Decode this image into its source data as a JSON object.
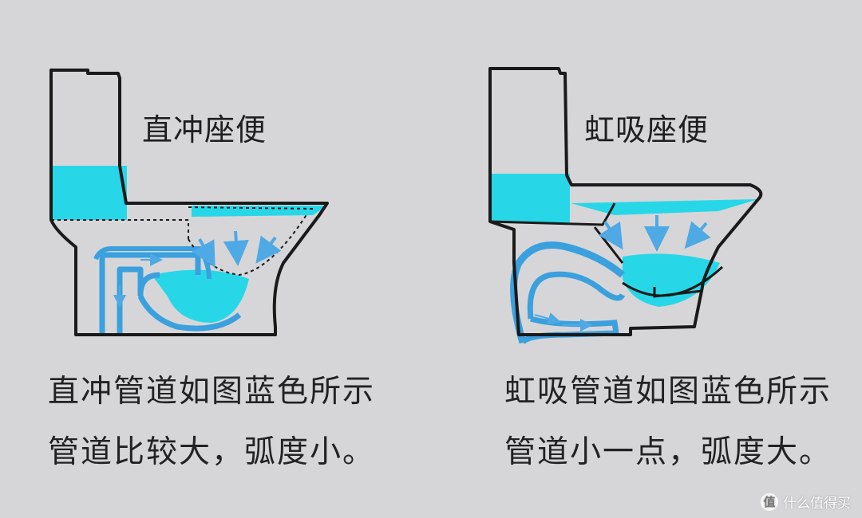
{
  "left": {
    "title": "直冲座便",
    "caption_line1": "直冲管道如图蓝色所示",
    "caption_line2": "管道比较大，弧度小。"
  },
  "right": {
    "title": "虹吸座便",
    "caption_line1": "虹吸管道如图蓝色所示",
    "caption_line2": "管道小一点，弧度大。"
  },
  "watermark": {
    "logo_glyph": "值",
    "text": "什么值得买"
  },
  "colors": {
    "background": "#d6d6d8",
    "water": "#27d7e8",
    "pipe": "#3ba0de",
    "outline": "#1a1a1a"
  }
}
